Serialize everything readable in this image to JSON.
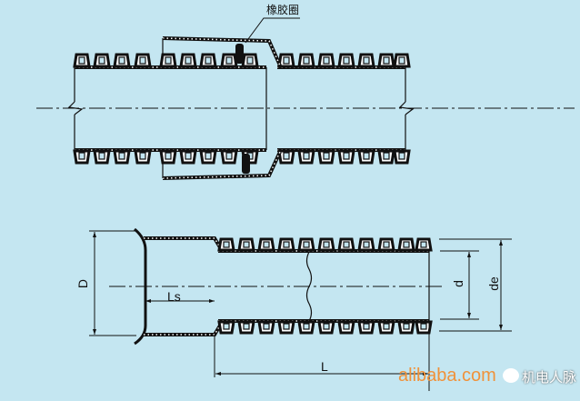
{
  "diagram": {
    "joint_view": {
      "rubber_ring_label": "橡胶圈"
    },
    "pipe_view": {
      "dim_socket_diameter": "D",
      "dim_socket_length": "Ls",
      "dim_length": "L",
      "dim_inner_diameter": "d",
      "dim_outer_diameter": "de"
    }
  },
  "watermark": {
    "site": "alibaba.com",
    "account": "机电人脉",
    "icon": "wechat-icon"
  },
  "colors": {
    "background": "#c4e6f1",
    "line": "#111111",
    "watermark": "#f0923a"
  }
}
